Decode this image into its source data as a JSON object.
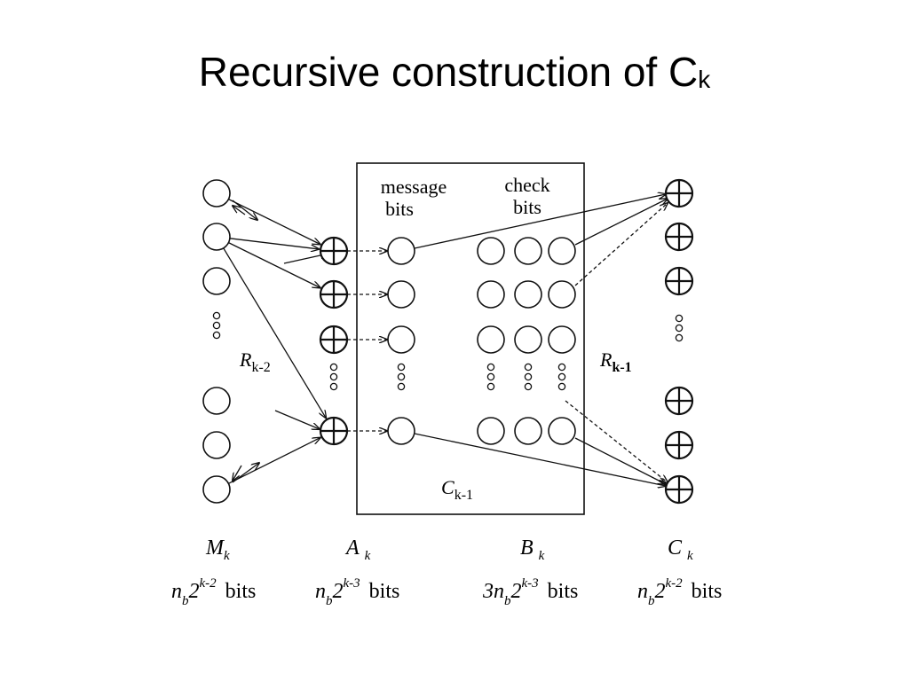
{
  "slide": {
    "title": "Recursive construction of C",
    "title_subscript": "k"
  },
  "diagram": {
    "box": {
      "header_message": [
        "message",
        "bits"
      ],
      "header_check": [
        "check",
        "bits"
      ],
      "label": "C",
      "label_sub": "k-1"
    },
    "left_label": {
      "main": "R",
      "sub": "k-2"
    },
    "right_label": {
      "main": "R",
      "sub": "k-1"
    },
    "columns": [
      {
        "symbol": "M",
        "sub": "k",
        "size_prefix": "n",
        "size_sub": "b",
        "base": "2",
        "exp": "k-2",
        "unit": "bits"
      },
      {
        "symbol": "A",
        "sub": "k",
        "size_prefix": "n",
        "size_sub": "b",
        "base": "2",
        "exp": "k-3",
        "unit": "bits"
      },
      {
        "symbol": "B",
        "sub": "k",
        "size_prefix": "3n",
        "size_sub": "b",
        "base": "2",
        "exp": "k-3",
        "unit": "bits"
      },
      {
        "symbol": "C",
        "sub": "k",
        "size_prefix": "n",
        "size_sub": "b",
        "base": "2",
        "exp": "k-2",
        "unit": "bits"
      }
    ],
    "node_symbols": {
      "input": "circle",
      "xor": "circle-plus"
    },
    "colors": {
      "ink": "#111111"
    }
  }
}
